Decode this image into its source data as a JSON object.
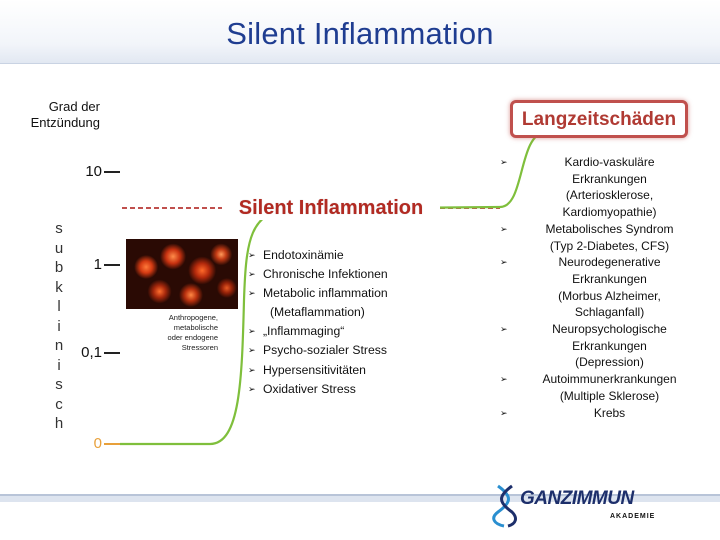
{
  "title": "Silent Inflammation",
  "axis": {
    "label": "Grad der\nEntzündung",
    "vertical_word": [
      "s",
      "u",
      "b",
      "k",
      "l",
      "i",
      "n",
      "i",
      "s",
      "c",
      "h"
    ],
    "ticks": [
      "10",
      "1",
      "0,1",
      "0"
    ]
  },
  "stress": {
    "caption": "Anthropogene,\nmetabolische\noder endogene\nStressoren"
  },
  "silent_heading": "Silent Inflammation",
  "middle_list": [
    {
      "text": "Endotoxinämie",
      "bullet": true
    },
    {
      "text": "Chronische Infektionen",
      "bullet": true
    },
    {
      "text": "Metabolic inflammation",
      "bullet": true
    },
    {
      "text": "(Metaflammation)",
      "bullet": false
    },
    {
      "text": "„Inflammaging“",
      "bullet": true
    },
    {
      "text": "Psycho-sozialer Stress",
      "bullet": true
    },
    {
      "text": "Hypersensitivitäten",
      "bullet": true
    },
    {
      "text": "Oxidativer Stress",
      "bullet": true
    }
  ],
  "langzeit_heading": "Langzeitschäden",
  "right_list": [
    "Kardio-vaskuläre\nErkrankungen\n(Arteriosklerose,\nKardiomyopathie)",
    "Metabolisches Syndrom\n(Typ 2-Diabetes, CFS)",
    "Neurodegenerative\nErkrankungen\n(Morbus Alzheimer,\nSchlaganfall)",
    "Neuropsychologische\nErkrankungen\n(Depression)",
    "Autoimmunerkrankungen\n(Multiple Sklerose)",
    "Krebs"
  ],
  "bullet_glyph": "➢",
  "logo": {
    "name_part1": "GANZ",
    "name_part2": "IMMUN",
    "subtitle": "AKADEMIE"
  },
  "colors": {
    "title": "#1f3d91",
    "accent_red": "#c0504d",
    "curve_green": "#7fbf3c",
    "tick_zero": "#e8a03a",
    "bottom_bar": "#1f3d91"
  }
}
